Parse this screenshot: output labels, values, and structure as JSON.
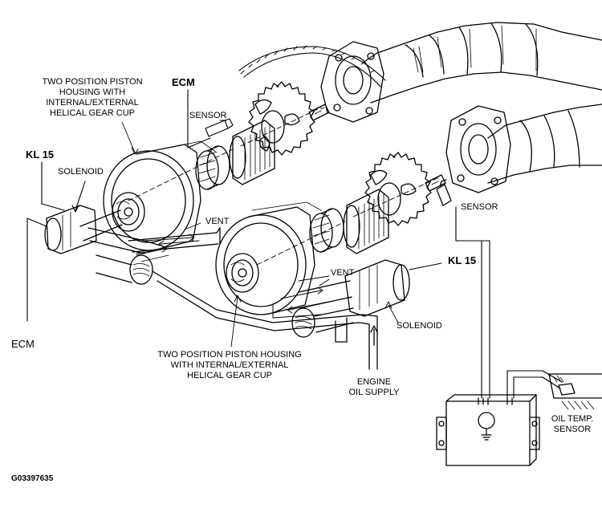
{
  "labels": {
    "top_piston_housing": [
      "TWO POSITION PISTON",
      "HOUSING WITH",
      "INTERNAL/EXTERNAL",
      "HELICAL GEAR CUP"
    ],
    "ecm_top": "ECM",
    "sensor_top": "SENSOR",
    "kl15_left": "KL 15",
    "solenoid_left": "SOLENOID",
    "vent_upper": "VENT",
    "sensor_right": "SENSOR",
    "kl15_right": "KL 15",
    "vent_lower": "VENT",
    "ecm_left": "ECM",
    "solenoid_right": "SOLENOID",
    "bottom_piston_housing": [
      "TWO POSITION PISTON HOUSING",
      "WITH INTERNAL/EXTERNAL",
      "HELICAL GEAR CUP"
    ],
    "engine_oil_supply": [
      "ENGINE",
      "OIL SUPPLY"
    ],
    "oil_temp_sensor": [
      "OIL TEMP.",
      "SENSOR"
    ],
    "figure_code": "G03397635"
  },
  "colors": {
    "line": "#000000",
    "background": "#ffffff"
  }
}
